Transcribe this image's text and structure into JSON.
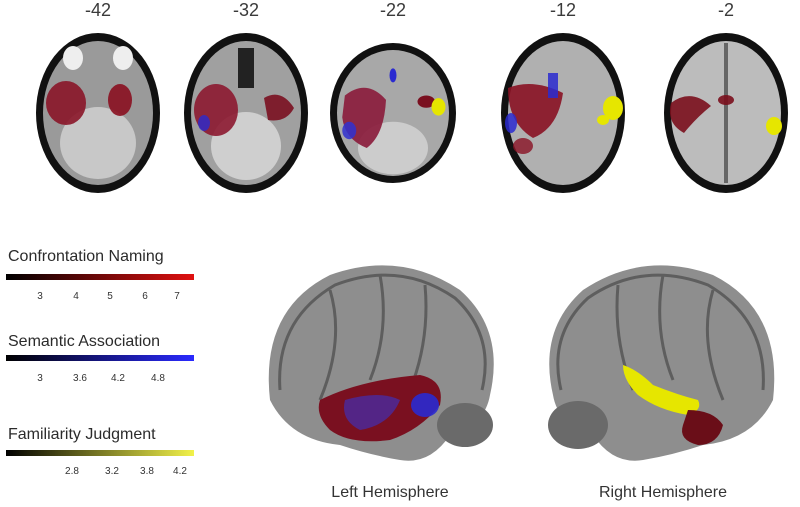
{
  "slices": [
    {
      "label": "-42"
    },
    {
      "label": "-32"
    },
    {
      "label": "-22"
    },
    {
      "label": "-12"
    },
    {
      "label": "-2"
    }
  ],
  "legends": [
    {
      "title": "Confrontation Naming",
      "ticks": [
        "3",
        "4",
        "5",
        "6",
        "7"
      ],
      "color_end": "#e01010"
    },
    {
      "title": "Semantic Association",
      "ticks": [
        "3",
        "3.6",
        "4.2",
        "4.8"
      ],
      "color_end": "#2a2aff"
    },
    {
      "title": "Familiarity Judgment",
      "ticks": [
        "2.8",
        "3.2",
        "3.8",
        "4.2"
      ],
      "color_end": "#f2f24a"
    }
  ],
  "hemispheres": {
    "left": "Left Hemisphere",
    "right": "Right Hemisphere"
  },
  "colors": {
    "naming": "#b01020",
    "semantic": "#2a2ad0",
    "familiarity": "#e6e600"
  }
}
